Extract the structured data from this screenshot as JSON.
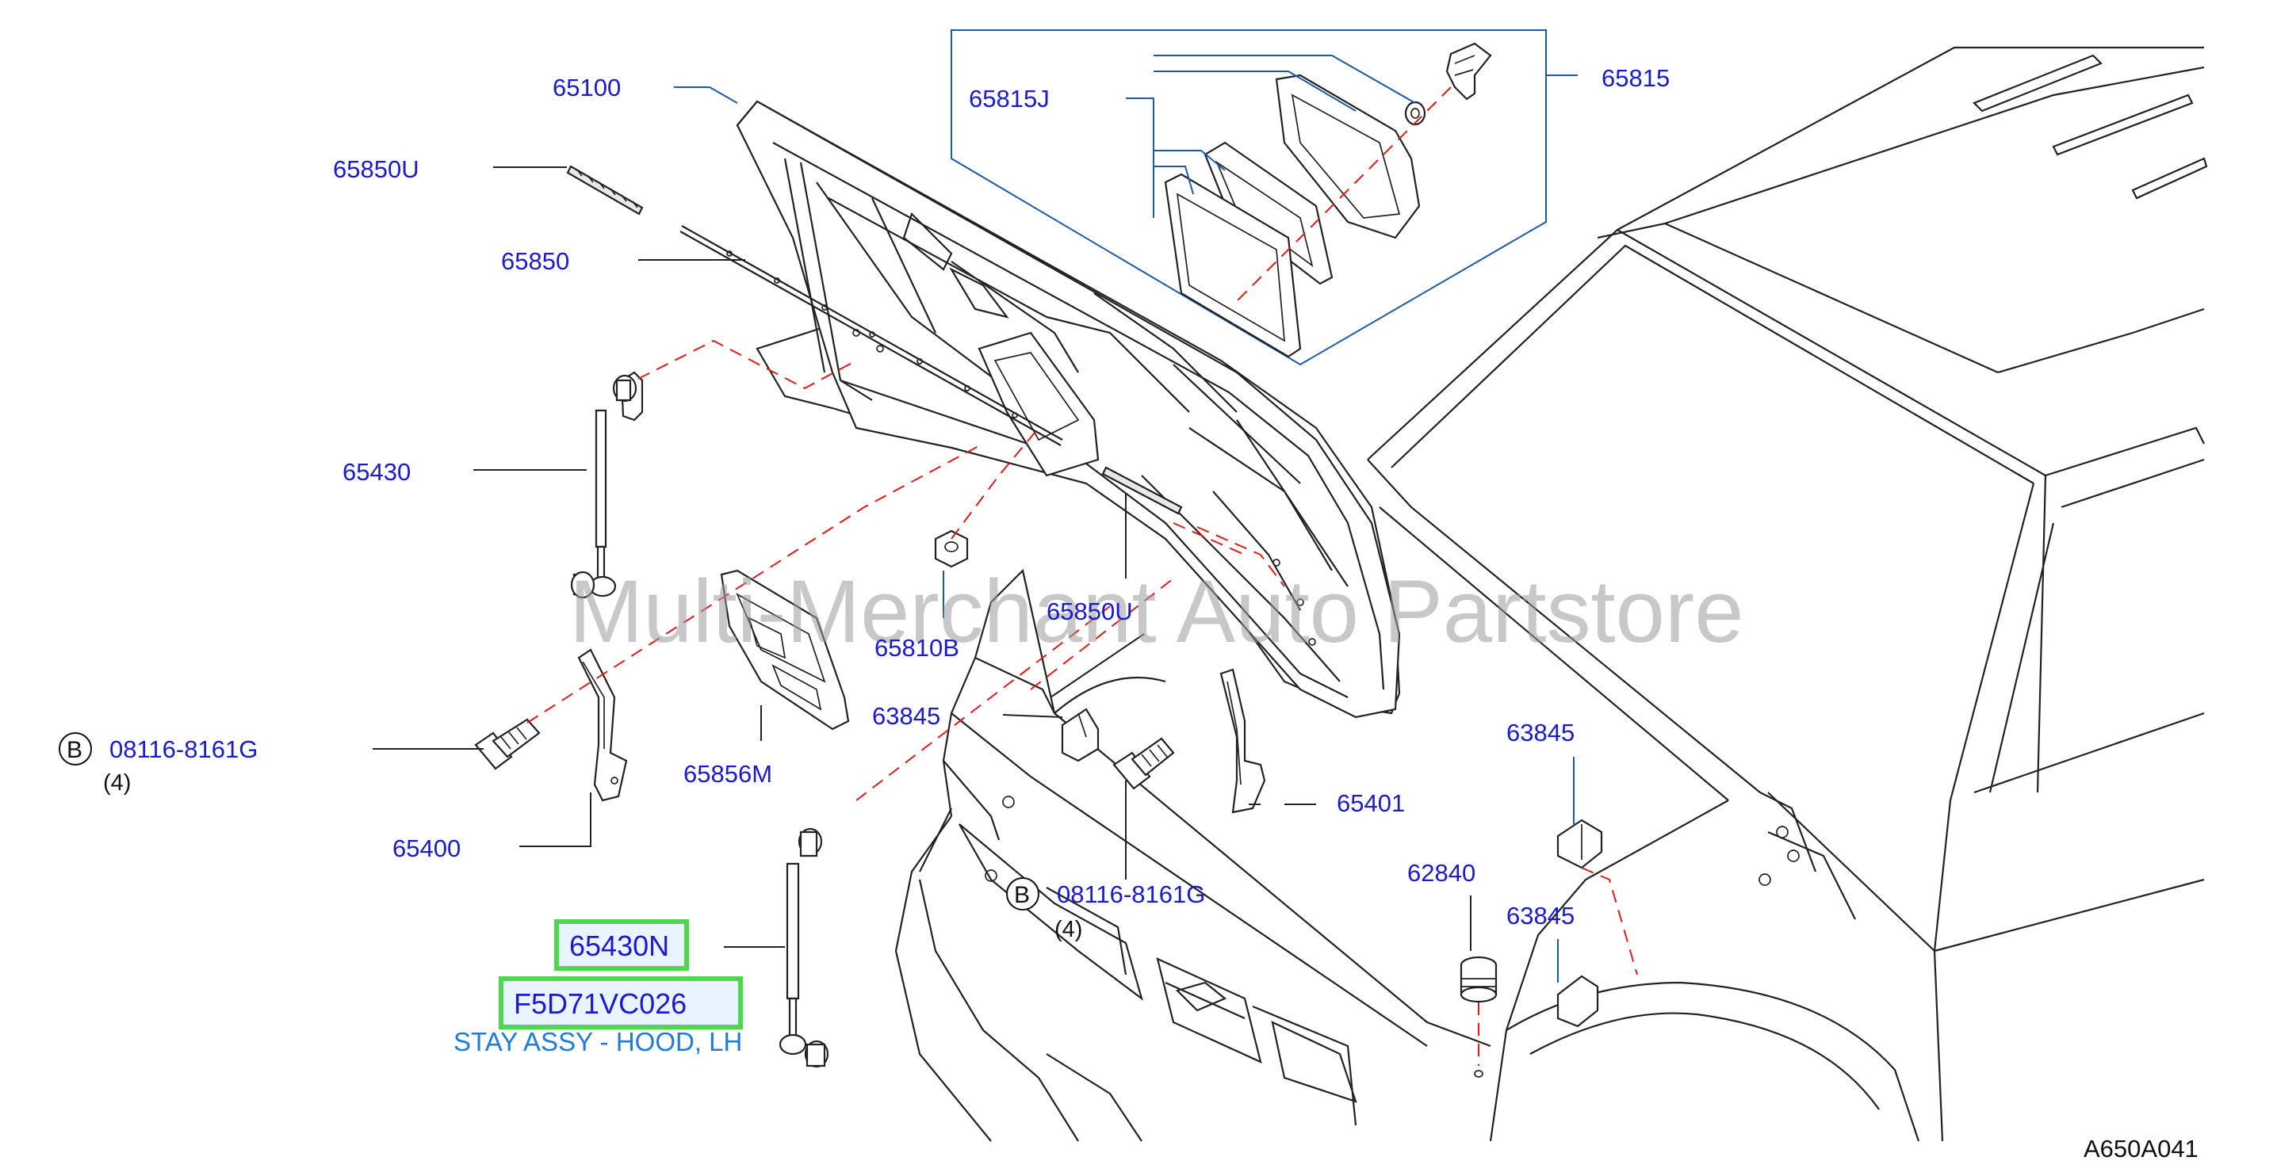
{
  "figure_code": "A650A041",
  "watermark": "Multi-Merchant Auto Partstore",
  "colors": {
    "callout_text": "#1a1ad0",
    "description_text": "#1e7be0",
    "highlight_border": "#4cd94c",
    "highlight_fill": "#e8f4ff",
    "dashed_line": "#e01b1b",
    "inset_frame": "#1f5aa8"
  },
  "callouts": {
    "hood": "65100",
    "insulator_inset": "65815",
    "insulator_clip": "65815J",
    "seal_upper": "65850U",
    "seal": "65850",
    "stay_rh": "65430",
    "bumper_grommet": "65810B",
    "seal_lower": "65850U",
    "stopper_rubber_left": "63845",
    "hinge_left": "65400",
    "hood_lock": "65856M",
    "hinge_right": "65401",
    "stopper_rubber_right_upper": "63845",
    "bumper_right": "62840",
    "stopper_rubber_right_lower": "63845",
    "bolt_left": "08116-8161G",
    "bolt_left_qty": "(4)",
    "bolt_right": "08116-8161G",
    "bolt_right_qty": "(4)",
    "bolt_marker": "B"
  },
  "highlight": {
    "part_number": "65430N",
    "oem_code": "F5D71VC026",
    "description": "STAY ASSY - HOOD, LH"
  }
}
